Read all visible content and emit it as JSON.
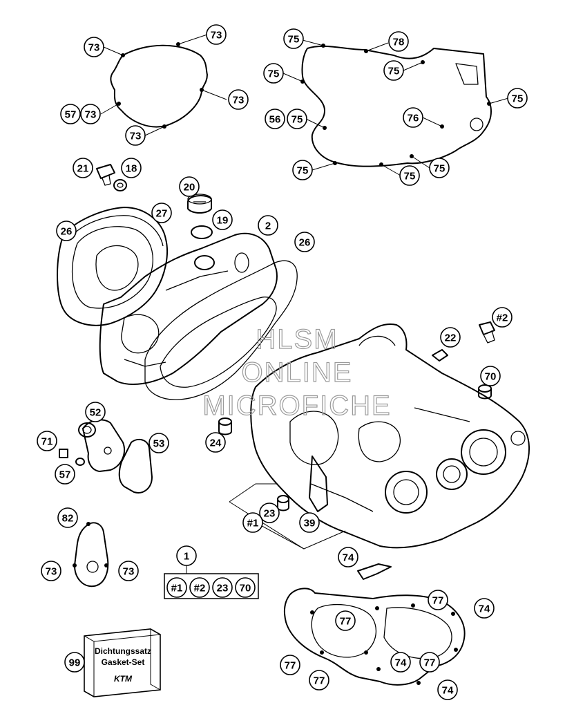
{
  "watermark": {
    "line1": "HLSM",
    "line2": "ONLINE",
    "line3": "MICROFICHE"
  },
  "gasket_set_box": {
    "line1": "Dichtungssatz",
    "line2": "Gasket-Set",
    "brand": "KTM"
  },
  "callouts": [
    {
      "id": "c73a",
      "label": "73"
    },
    {
      "id": "c73b",
      "label": "73"
    },
    {
      "id": "c73c",
      "label": "73"
    },
    {
      "id": "c57a",
      "label": "57"
    },
    {
      "id": "c73d",
      "label": "73"
    },
    {
      "id": "c73e",
      "label": "73"
    },
    {
      "id": "c75a",
      "label": "75"
    },
    {
      "id": "c78",
      "label": "78"
    },
    {
      "id": "c75b",
      "label": "75"
    },
    {
      "id": "c75c",
      "label": "75"
    },
    {
      "id": "c75d",
      "label": "75"
    },
    {
      "id": "c56",
      "label": "56"
    },
    {
      "id": "c75e",
      "label": "75"
    },
    {
      "id": "c76",
      "label": "76"
    },
    {
      "id": "c75f",
      "label": "75"
    },
    {
      "id": "c75g",
      "label": "75"
    },
    {
      "id": "c75h",
      "label": "75"
    },
    {
      "id": "c21",
      "label": "21"
    },
    {
      "id": "c18",
      "label": "18"
    },
    {
      "id": "c20",
      "label": "20"
    },
    {
      "id": "c27",
      "label": "27"
    },
    {
      "id": "c19",
      "label": "19"
    },
    {
      "id": "c2",
      "label": "2"
    },
    {
      "id": "c26a",
      "label": "26"
    },
    {
      "id": "c26b",
      "label": "26"
    },
    {
      "id": "cH2a",
      "label": "#2"
    },
    {
      "id": "c22",
      "label": "22"
    },
    {
      "id": "c70a",
      "label": "70"
    },
    {
      "id": "c52",
      "label": "52"
    },
    {
      "id": "c53",
      "label": "53"
    },
    {
      "id": "c71",
      "label": "71"
    },
    {
      "id": "c57b",
      "label": "57"
    },
    {
      "id": "c24",
      "label": "24"
    },
    {
      "id": "c23a",
      "label": "23"
    },
    {
      "id": "c39",
      "label": "39"
    },
    {
      "id": "cH1a",
      "label": "#1"
    },
    {
      "id": "c82",
      "label": "82"
    },
    {
      "id": "c73f",
      "label": "73"
    },
    {
      "id": "c73g",
      "label": "73"
    },
    {
      "id": "c1",
      "label": "1"
    },
    {
      "id": "cH1b",
      "label": "#1"
    },
    {
      "id": "cH2b",
      "label": "#2"
    },
    {
      "id": "c23b",
      "label": "23"
    },
    {
      "id": "c70b",
      "label": "70"
    },
    {
      "id": "c74a",
      "label": "74"
    },
    {
      "id": "c77a",
      "label": "77"
    },
    {
      "id": "c74b",
      "label": "74"
    },
    {
      "id": "c77b",
      "label": "77"
    },
    {
      "id": "c74c",
      "label": "74"
    },
    {
      "id": "c77c",
      "label": "77"
    },
    {
      "id": "c77d",
      "label": "77"
    },
    {
      "id": "c77e",
      "label": "77"
    },
    {
      "id": "c74d",
      "label": "74"
    },
    {
      "id": "c99",
      "label": "99"
    }
  ]
}
